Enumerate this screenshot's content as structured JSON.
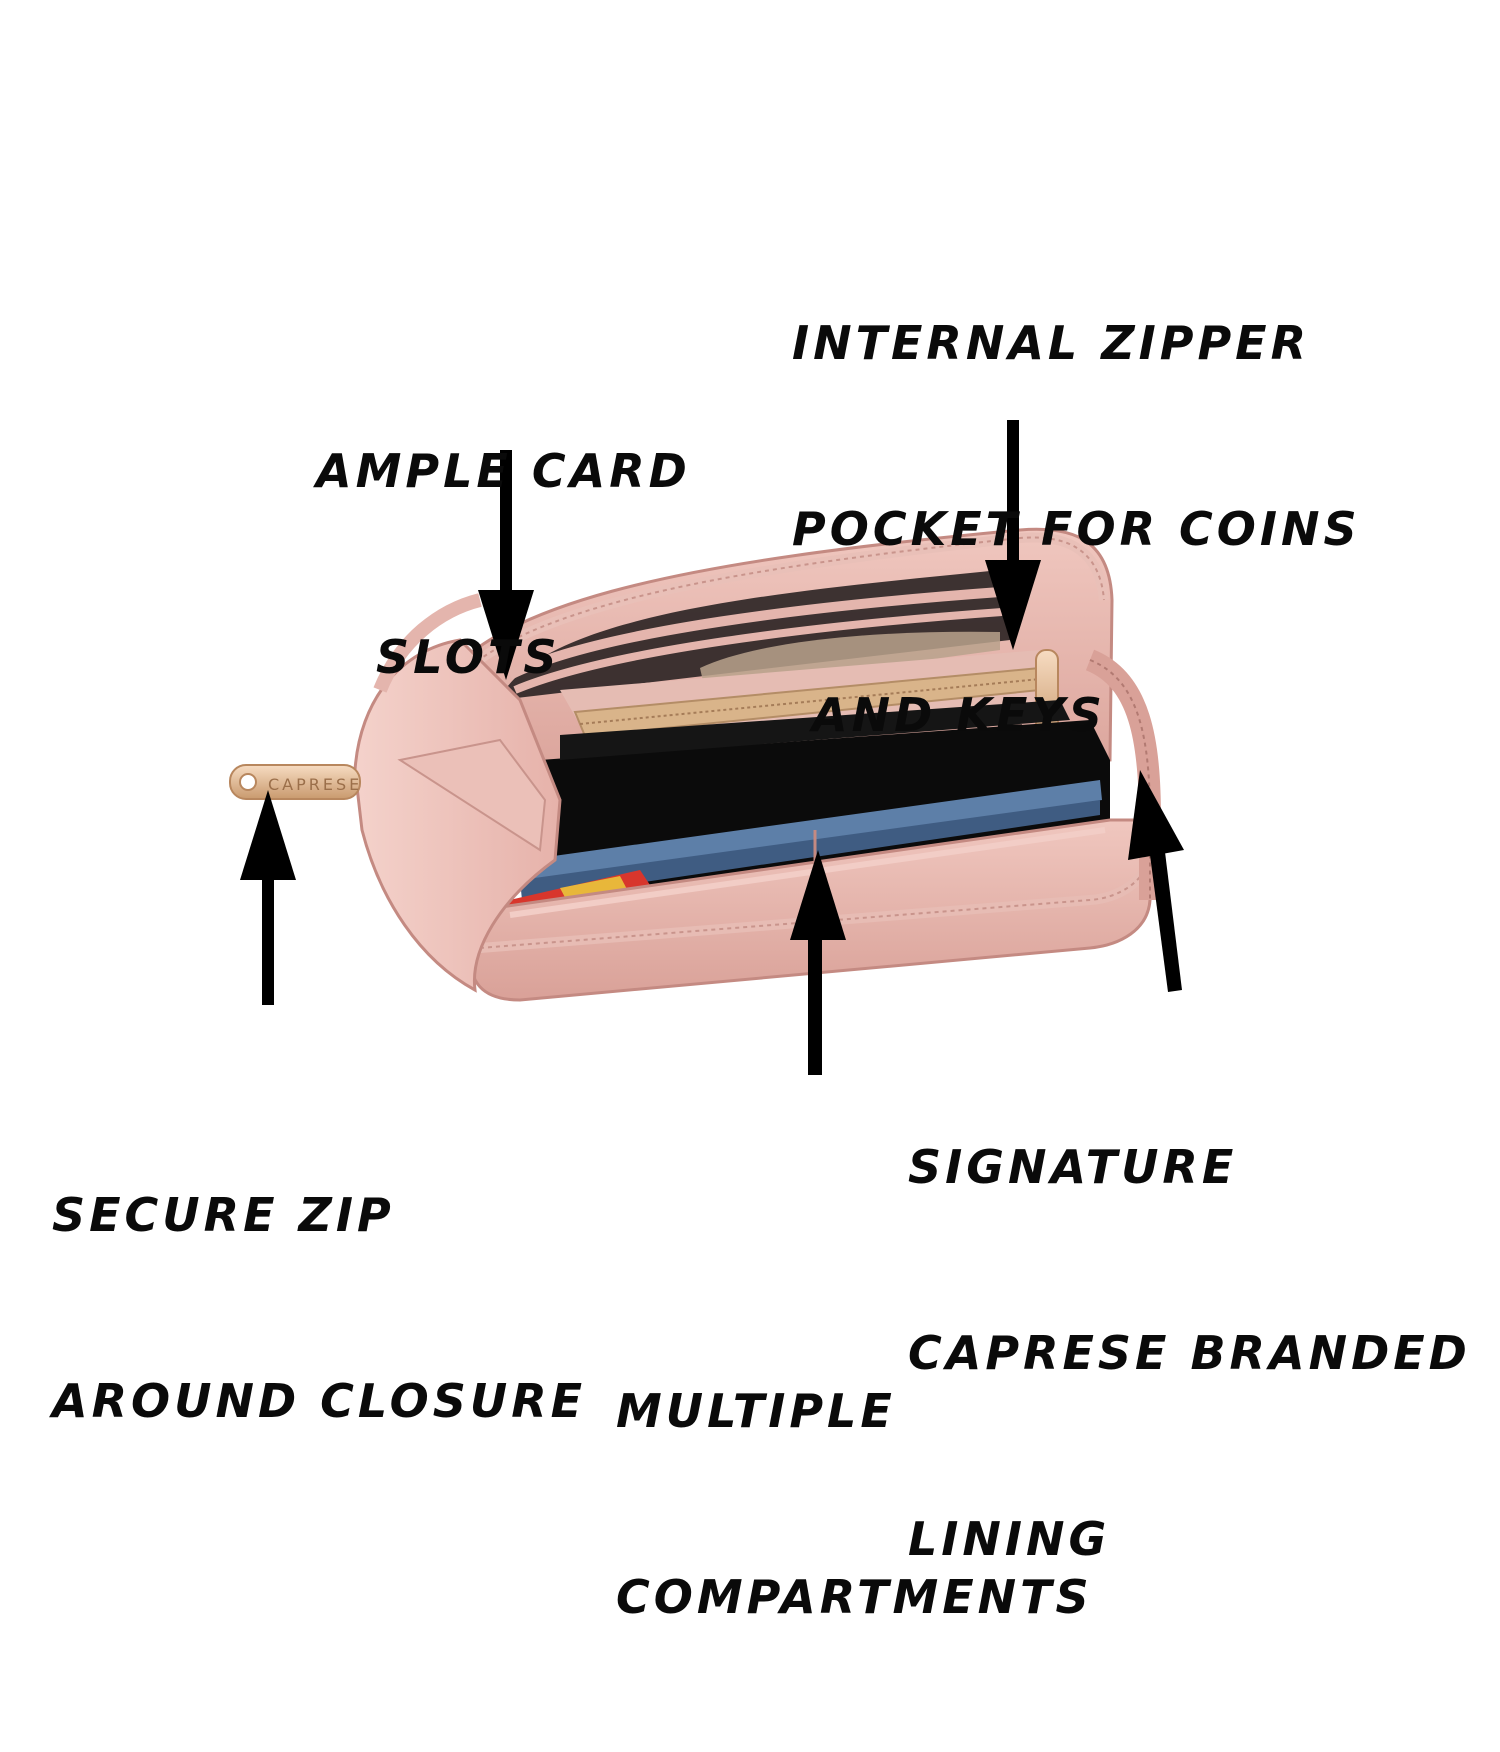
{
  "callouts": {
    "internal_zipper": [
      "INTERNAL ZIPPER",
      "POCKET FOR COINS",
      " AND KEYS"
    ],
    "card_slots": [
      "AMPLE CARD",
      "   SLOTS"
    ],
    "secure_zip": [
      "SECURE ZIP",
      "AROUND CLOSURE"
    ],
    "signature_lining": [
      "SIGNATURE",
      "CAPRESE BRANDED",
      "LINING"
    ],
    "compartments": [
      "MULTIPLE",
      "COMPARTMENTS"
    ]
  },
  "brand": {
    "zipper_pull_text": "CAPRESE"
  },
  "colors": {
    "wallet_pink": "#e8b8b0",
    "wallet_pink_dark": "#c98f87",
    "lining_black": "#0b0b0b",
    "zipper_tan": "#d9b48a",
    "pull_gold": "#e9c7a6",
    "card_red": "#d8362c",
    "card_blue": "#5d7fa8",
    "arrow": "#000000"
  }
}
